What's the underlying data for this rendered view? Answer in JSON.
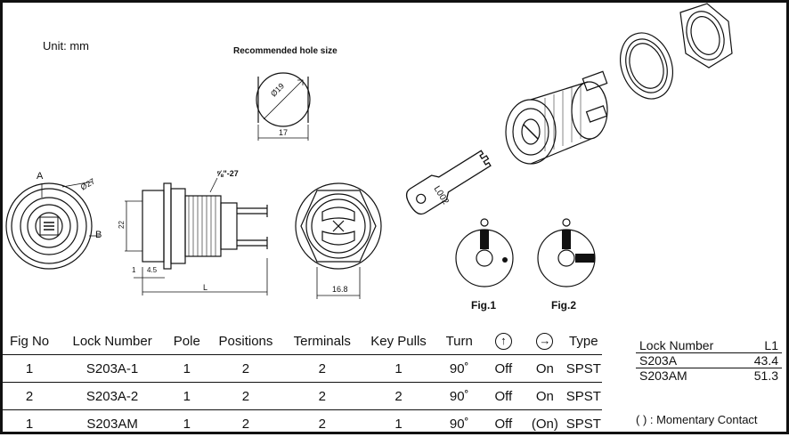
{
  "labels": {
    "unit": "Unit: mm",
    "recommended_hole": "Recommended hole size",
    "hole_dia": "Ø19",
    "hole_flat": "17",
    "thread": "⅝\"-27",
    "dim_a": "A",
    "dim_b": "B",
    "dim_dia": "Ø27",
    "dim_22": "22",
    "dim_1": "1",
    "dim_45": "4.5",
    "dim_l": "L",
    "dim_168": "16.8",
    "key_text": "L002",
    "fig1": "Fig.1",
    "fig2": "Fig.2"
  },
  "spec_table": {
    "headers": [
      "Fig No",
      "Lock Number",
      "Pole",
      "Positions",
      "Terminals",
      "Key Pulls",
      "Turn",
      "↑",
      "→",
      "Type"
    ],
    "header_icons": [
      "",
      "",
      "",
      "",
      "",
      "",
      "",
      "arrow-up-circle-icon",
      "arrow-right-circle-icon",
      ""
    ],
    "rows": [
      [
        "1",
        "S203A-1",
        "1",
        "2",
        "2",
        "1",
        "90˚",
        "Off",
        "On",
        "SPST"
      ],
      [
        "2",
        "S203A-2",
        "1",
        "2",
        "2",
        "2",
        "90˚",
        "Off",
        "On",
        "SPST"
      ],
      [
        "1",
        "S203AM",
        "1",
        "2",
        "2",
        "1",
        "90˚",
        "Off",
        "(On)",
        "SPST"
      ]
    ]
  },
  "l1_table": {
    "headers": [
      "Lock Number",
      "L1"
    ],
    "rows": [
      [
        "S203A",
        "43.4"
      ],
      [
        "S203AM",
        "51.3"
      ]
    ]
  },
  "note": "(   ) : Momentary Contact"
}
